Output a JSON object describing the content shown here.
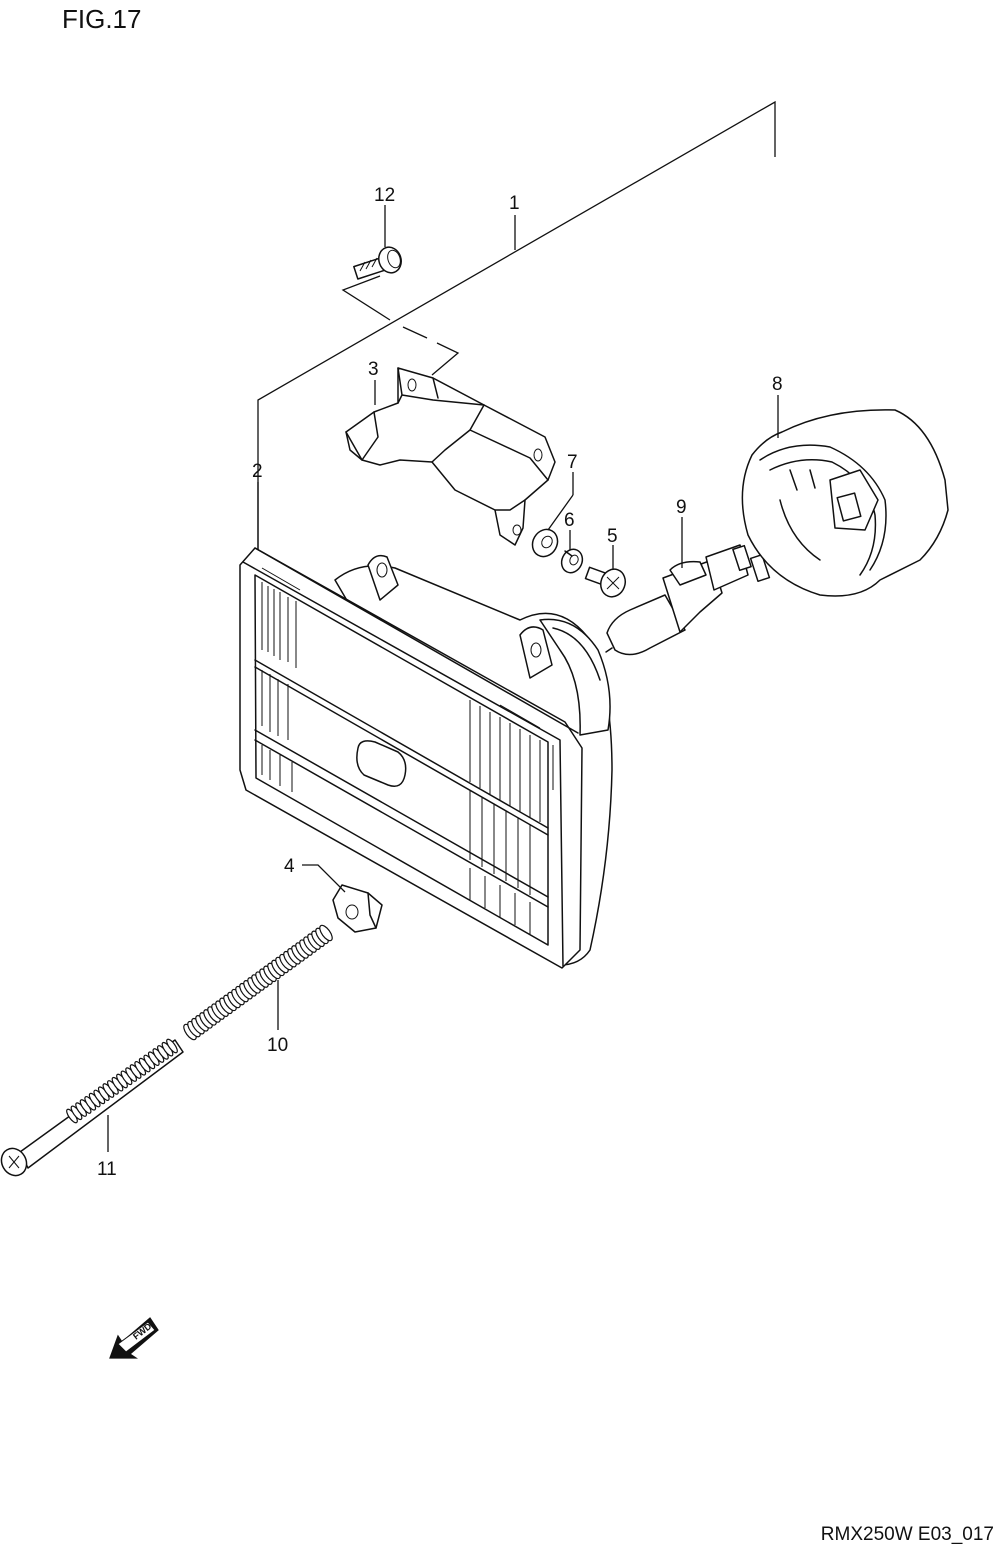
{
  "figure": {
    "title": "FIG.17",
    "code": "RMX250W E03_017",
    "fwd_label": "FWD"
  },
  "callouts": [
    {
      "id": "1",
      "label": "1"
    },
    {
      "id": "2",
      "label": "2"
    },
    {
      "id": "3",
      "label": "3"
    },
    {
      "id": "4",
      "label": "4"
    },
    {
      "id": "5",
      "label": "5"
    },
    {
      "id": "6",
      "label": "6"
    },
    {
      "id": "7",
      "label": "7"
    },
    {
      "id": "8",
      "label": "8"
    },
    {
      "id": "9",
      "label": "9"
    },
    {
      "id": "10",
      "label": "10"
    },
    {
      "id": "11",
      "label": "11"
    },
    {
      "id": "12",
      "label": "12"
    }
  ]
}
